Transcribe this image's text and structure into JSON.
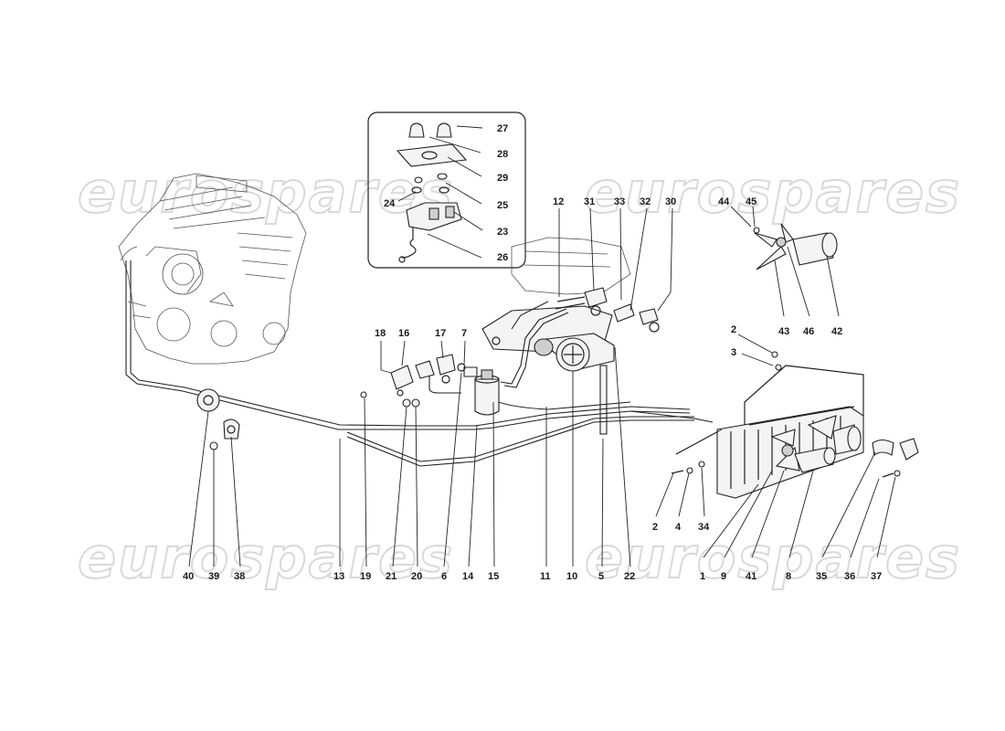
{
  "watermark": {
    "text": "eurospares",
    "color": "#d9d9d9"
  },
  "callouts": [
    {
      "id": "c27",
      "label": "27"
    },
    {
      "id": "c28",
      "label": "28"
    },
    {
      "id": "c29",
      "label": "29"
    },
    {
      "id": "c24",
      "label": "24"
    },
    {
      "id": "c25",
      "label": "25"
    },
    {
      "id": "c23",
      "label": "23"
    },
    {
      "id": "c26",
      "label": "26"
    },
    {
      "id": "c12",
      "label": "12"
    },
    {
      "id": "c31",
      "label": "31"
    },
    {
      "id": "c33",
      "label": "33"
    },
    {
      "id": "c32",
      "label": "32"
    },
    {
      "id": "c30",
      "label": "30"
    },
    {
      "id": "c44",
      "label": "44"
    },
    {
      "id": "c45",
      "label": "45"
    },
    {
      "id": "c43",
      "label": "43"
    },
    {
      "id": "c46",
      "label": "46"
    },
    {
      "id": "c42",
      "label": "42"
    },
    {
      "id": "c2a",
      "label": "2"
    },
    {
      "id": "c3",
      "label": "3"
    },
    {
      "id": "c18",
      "label": "18"
    },
    {
      "id": "c16",
      "label": "16"
    },
    {
      "id": "c17",
      "label": "17"
    },
    {
      "id": "c7",
      "label": "7"
    },
    {
      "id": "c40",
      "label": "40"
    },
    {
      "id": "c39",
      "label": "39"
    },
    {
      "id": "c38",
      "label": "38"
    },
    {
      "id": "c13",
      "label": "13"
    },
    {
      "id": "c19",
      "label": "19"
    },
    {
      "id": "c21",
      "label": "21"
    },
    {
      "id": "c20",
      "label": "20"
    },
    {
      "id": "c6",
      "label": "6"
    },
    {
      "id": "c14",
      "label": "14"
    },
    {
      "id": "c15",
      "label": "15"
    },
    {
      "id": "c11",
      "label": "11"
    },
    {
      "id": "c10",
      "label": "10"
    },
    {
      "id": "c5",
      "label": "5"
    },
    {
      "id": "c22",
      "label": "22"
    },
    {
      "id": "c2b",
      "label": "2"
    },
    {
      "id": "c4",
      "label": "4"
    },
    {
      "id": "c34",
      "label": "34"
    },
    {
      "id": "c1",
      "label": "1"
    },
    {
      "id": "c9",
      "label": "9"
    },
    {
      "id": "c41",
      "label": "41"
    },
    {
      "id": "c8",
      "label": "8"
    },
    {
      "id": "c35",
      "label": "35"
    },
    {
      "id": "c36",
      "label": "36"
    },
    {
      "id": "c37",
      "label": "37"
    }
  ]
}
